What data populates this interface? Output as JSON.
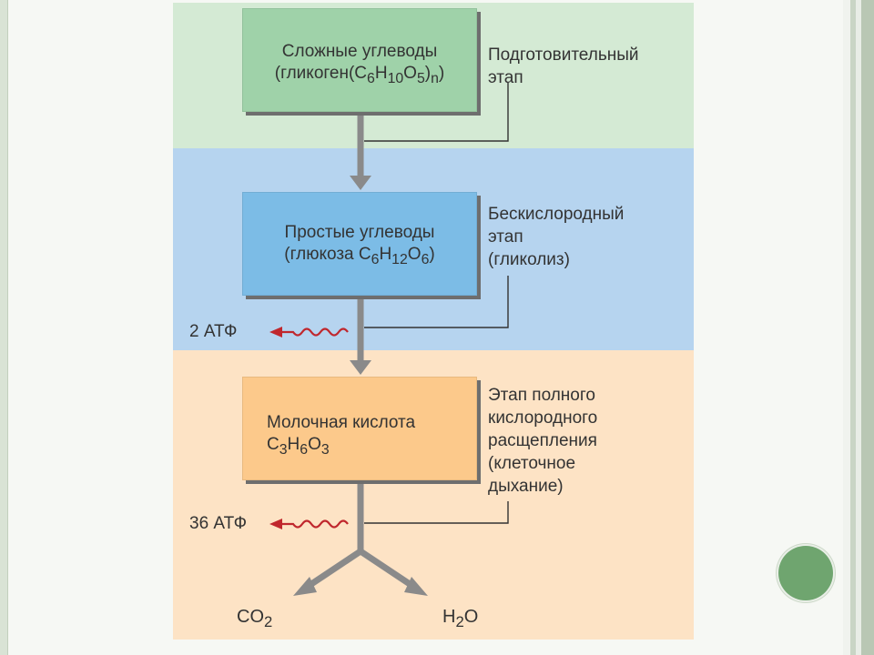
{
  "boxes": {
    "complex": {
      "line1": "Сложные углеводы",
      "line2_prefix": "(гликоген(C",
      "sub1": "6",
      "mid1": "H",
      "sub2": "10",
      "mid2": "O",
      "sub3": "5",
      "mid3": ")",
      "sub4": "n",
      "suffix": ")"
    },
    "simple": {
      "line1": "Простые углеводы",
      "line2_prefix": "(глюкоза C",
      "sub1": "6",
      "mid1": "H",
      "sub2": "12",
      "mid2": "O",
      "sub3": "6",
      "suffix": ")"
    },
    "lactic": {
      "line1": "Молочная кислота",
      "f1": "C",
      "s1": "3",
      "f2": "H",
      "s2": "6",
      "f3": "O",
      "s3": "3"
    }
  },
  "stages": {
    "preparatory": [
      "Подготовительный",
      "этап"
    ],
    "anaerobic": [
      "Бескислородный",
      "этап",
      "(гликолиз)"
    ],
    "aerobic": [
      "Этап полного",
      "кислородного",
      "расщепления",
      "(клеточное",
      "дыхание)"
    ]
  },
  "atp": {
    "glycolysis": "2 АТФ",
    "respiration": "36 АТФ"
  },
  "products": {
    "co2_main": "CO",
    "co2_sub": "2",
    "h2o_h": "H",
    "h2o_sub": "2",
    "h2o_o": "O"
  },
  "colors": {
    "band_green": "#d4ead4",
    "band_blue": "#b6d4ef",
    "band_orange": "#fde3c5",
    "box_green": "#9fd2a9",
    "box_blue": "#7cbce6",
    "box_orange": "#fcc98b",
    "arrow_gray": "#8a8a8a",
    "energy_red": "#c0272d",
    "accent_dot": "#6fa56f"
  },
  "icons": {
    "energy_release": "wavy-red-arrow-icon",
    "flow": "gray-down-arrow-icon",
    "decoration": "green-circle-icon"
  }
}
